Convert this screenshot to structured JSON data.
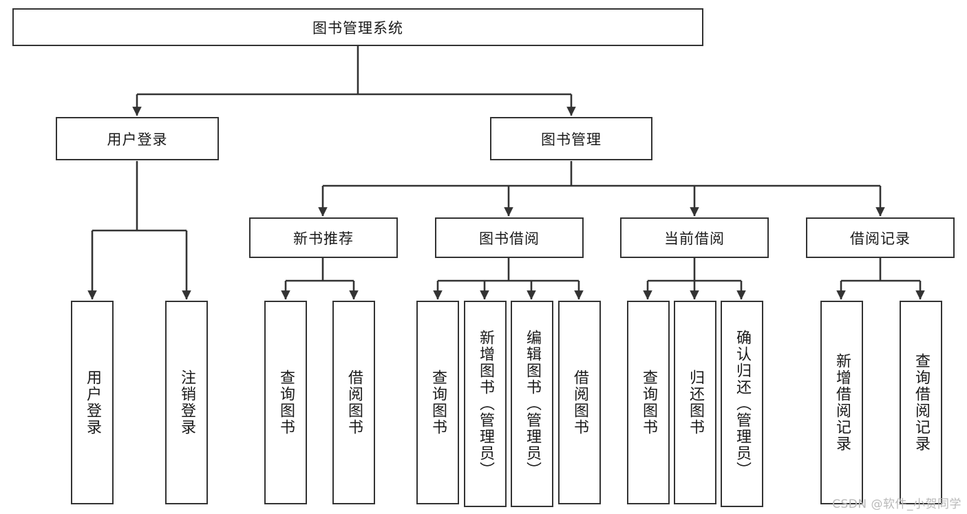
{
  "diagram": {
    "title": "图书管理系统",
    "type": "tree-hierarchy-chart",
    "watermark": "CSDN @软件_小贺同学",
    "colors": {
      "border": "#333333",
      "background": "#ffffff",
      "text": "#1a1a1a",
      "watermark": "#b9b9b9"
    },
    "nodes": {
      "root": {
        "label": "图书管理系统"
      },
      "level2": [
        {
          "id": "user-login",
          "label": "用户登录"
        },
        {
          "id": "book-manage",
          "label": "图书管理"
        }
      ],
      "level3": [
        {
          "id": "new-book-recommend",
          "label": "新书推荐"
        },
        {
          "id": "book-borrow",
          "label": "图书借阅"
        },
        {
          "id": "current-borrow",
          "label": "当前借阅"
        },
        {
          "id": "borrow-record",
          "label": "借阅记录"
        }
      ],
      "leaves": {
        "user-login": [
          {
            "id": "leaf-user-login",
            "label": "用户登录"
          },
          {
            "id": "leaf-user-logout",
            "label": "注销登录"
          }
        ],
        "new-book-recommend": [
          {
            "id": "leaf-query-book-1",
            "label": "查询图书"
          },
          {
            "id": "leaf-borrow-book-1",
            "label": "借阅图书"
          }
        ],
        "book-borrow": [
          {
            "id": "leaf-query-book-2",
            "label": "查询图书"
          },
          {
            "id": "leaf-add-book",
            "label": "新增图书（管理员）"
          },
          {
            "id": "leaf-edit-book",
            "label": "编辑图书（管理员）"
          },
          {
            "id": "leaf-borrow-book-2",
            "label": "借阅图书"
          }
        ],
        "current-borrow": [
          {
            "id": "leaf-query-book-3",
            "label": "查询图书"
          },
          {
            "id": "leaf-return-book",
            "label": "归还图书"
          },
          {
            "id": "leaf-confirm-return",
            "label": "确认归还（管理员）"
          }
        ],
        "borrow-record": [
          {
            "id": "leaf-add-record",
            "label": "新增借阅记录"
          },
          {
            "id": "leaf-query-record",
            "label": "查询借阅记录"
          }
        ]
      }
    }
  }
}
